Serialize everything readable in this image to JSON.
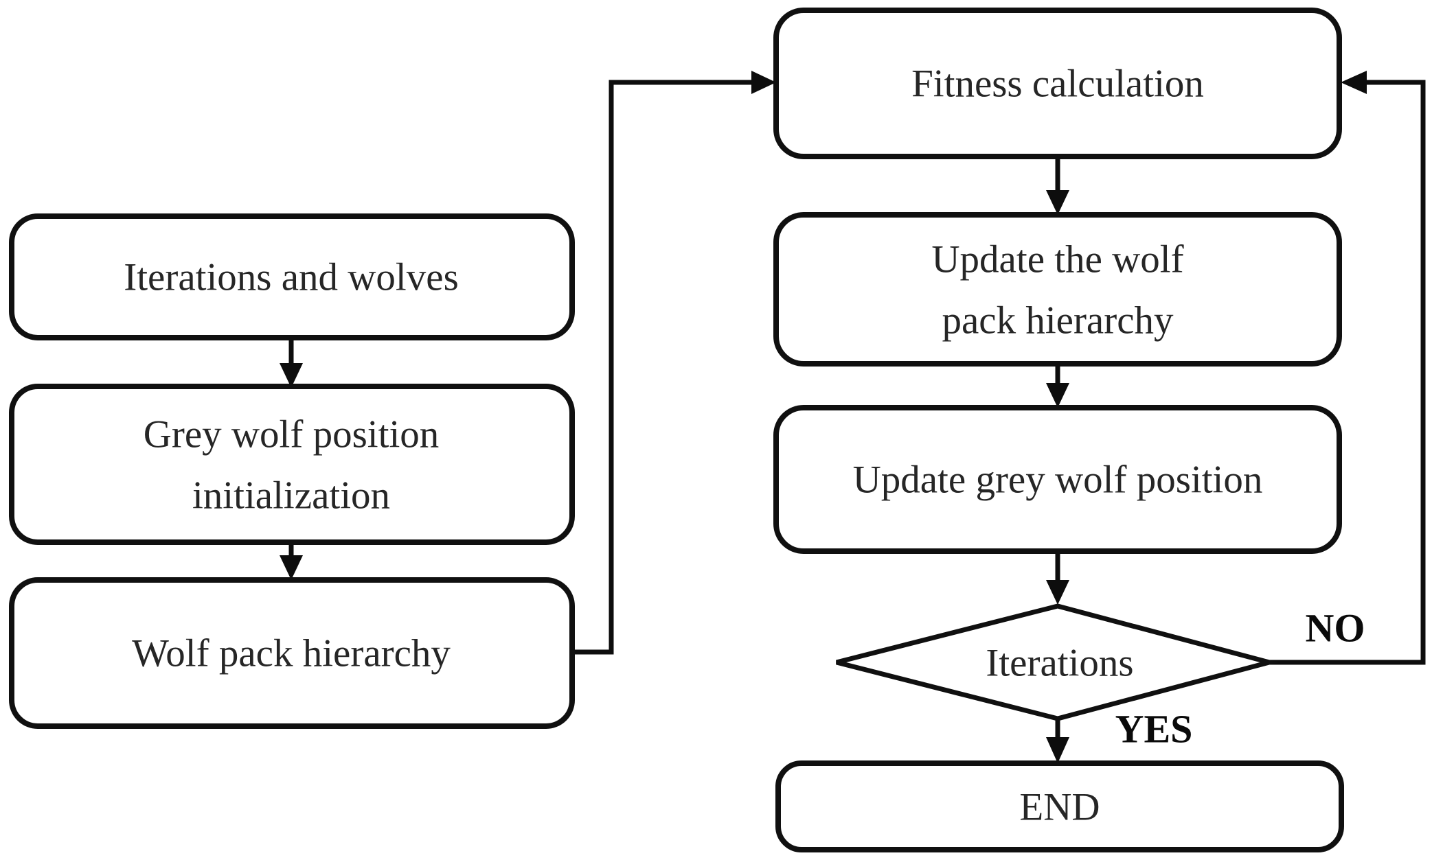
{
  "diagram": {
    "kind": "flowchart",
    "subject": "Grey wolf optimizer procedure",
    "colors": {
      "background": "#ffffff",
      "stroke": "#0d0d0d",
      "node_fill": "#ffffff",
      "text": "#262626",
      "edge_label_text": "#0a0a0a"
    },
    "nodes": {
      "iterations_and_wolves": {
        "shape": "rounded-rect",
        "label": "Iterations and wolves",
        "lines": [
          "Iterations and wolves"
        ]
      },
      "grey_wolf_position_initialization": {
        "shape": "rounded-rect",
        "label": "Grey wolf position initialization",
        "lines": [
          "Grey wolf position",
          "initialization"
        ]
      },
      "wolf_pack_hierarchy": {
        "shape": "rounded-rect",
        "label": "Wolf pack hierarchy",
        "lines": [
          "Wolf pack hierarchy"
        ]
      },
      "fitness_calculation": {
        "shape": "rounded-rect",
        "label": "Fitness calculation",
        "lines": [
          "Fitness calculation"
        ]
      },
      "update_wolf_pack_hierarchy": {
        "shape": "rounded-rect",
        "label": "Update the wolf pack hierarchy",
        "lines": [
          "Update the wolf",
          "pack hierarchy"
        ]
      },
      "update_grey_wolf_position": {
        "shape": "rounded-rect",
        "label": "Update grey wolf position",
        "lines": [
          "Update grey wolf position"
        ]
      },
      "iterations_decision": {
        "shape": "diamond",
        "label": "Iterations",
        "lines": [
          "Iterations"
        ]
      },
      "end": {
        "shape": "rounded-rect",
        "label": "END",
        "lines": [
          "END"
        ]
      }
    },
    "edge_labels": {
      "no": "NO",
      "yes": "YES"
    },
    "edges": [
      {
        "from": "iterations_and_wolves",
        "to": "grey_wolf_position_initialization",
        "label": ""
      },
      {
        "from": "grey_wolf_position_initialization",
        "to": "wolf_pack_hierarchy",
        "label": ""
      },
      {
        "from": "wolf_pack_hierarchy",
        "to": "fitness_calculation",
        "label": ""
      },
      {
        "from": "fitness_calculation",
        "to": "update_wolf_pack_hierarchy",
        "label": ""
      },
      {
        "from": "update_wolf_pack_hierarchy",
        "to": "update_grey_wolf_position",
        "label": ""
      },
      {
        "from": "update_grey_wolf_position",
        "to": "iterations_decision",
        "label": ""
      },
      {
        "from": "iterations_decision",
        "to": "end",
        "label": "YES"
      },
      {
        "from": "iterations_decision",
        "to": "fitness_calculation",
        "label": "NO"
      }
    ]
  }
}
